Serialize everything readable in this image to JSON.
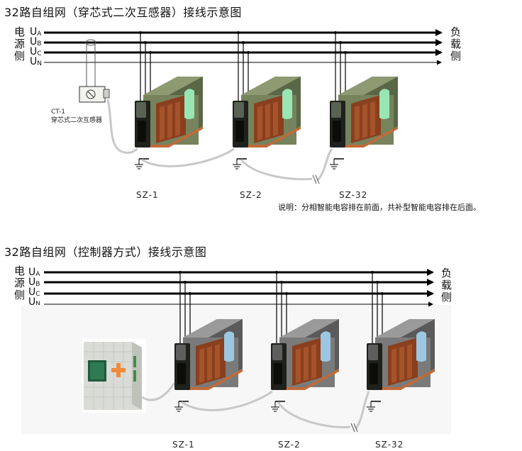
{
  "diagram1": {
    "title": "32路自组网（穿芯式二次互感器）接线示意图",
    "source_side": [
      "电",
      "源",
      "侧"
    ],
    "load_side": [
      "负",
      "载",
      "侧"
    ],
    "phases": [
      {
        "base": "U",
        "sub": "A"
      },
      {
        "base": "U",
        "sub": "B"
      },
      {
        "base": "U",
        "sub": "C"
      },
      {
        "base": "U",
        "sub": "N"
      }
    ],
    "ct_label": [
      "CT-1",
      "穿芯式二次互感器"
    ],
    "units": [
      "SZ-1",
      "SZ-2",
      "SZ-32"
    ],
    "note": "说明：分相智能电容排在前面，共补型智能电容排在后面。"
  },
  "diagram2": {
    "title": "32路自组网（控制器方式）接线示意图",
    "source_side": [
      "电",
      "源",
      "侧"
    ],
    "load_side": [
      "负",
      "载",
      "侧"
    ],
    "phases": [
      {
        "base": "U",
        "sub": "A"
      },
      {
        "base": "U",
        "sub": "B"
      },
      {
        "base": "U",
        "sub": "C"
      },
      {
        "base": "U",
        "sub": "N"
      }
    ],
    "units": [
      "SZ-1",
      "SZ-2",
      "SZ-32"
    ]
  }
}
